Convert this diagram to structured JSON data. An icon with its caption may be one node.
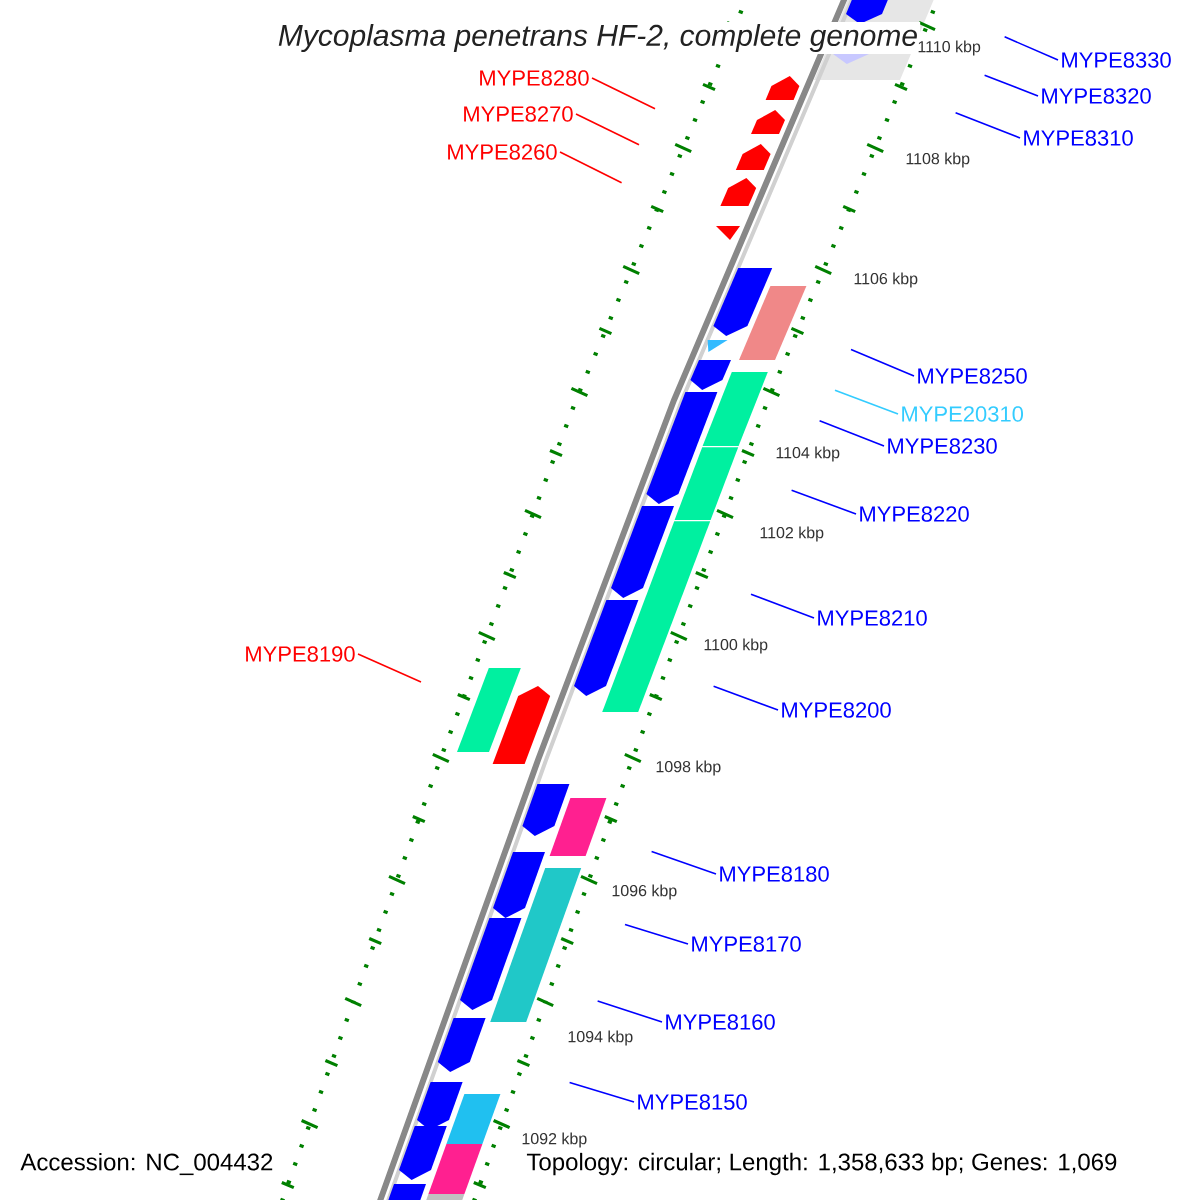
{
  "diagram": {
    "title": "Mycoplasma penetrans HF-2, complete genome",
    "nodes": [
      {
        "text": [
          "MYPE8330"
        ]
      },
      {
        "text": [
          "MYPE8320"
        ]
      },
      {
        "text": [
          "MYPE8310"
        ]
      },
      {
        "text": [
          "MYPE8280"
        ]
      },
      {
        "text": [
          "MYPE8270"
        ]
      },
      {
        "text": [
          "MYPE8260"
        ]
      },
      {
        "text": [
          "MYPE8250"
        ]
      },
      {
        "text": [
          "MYPE20310"
        ]
      },
      {
        "text": [
          "MYPE8230"
        ]
      },
      {
        "text": [
          "MYPE8220"
        ]
      },
      {
        "text": [
          "MYPE8210"
        ]
      },
      {
        "text": [
          "MYPE8190"
        ]
      },
      {
        "text": [
          "MYPE8200"
        ]
      },
      {
        "text": [
          "MYPE8180"
        ]
      },
      {
        "text": [
          "MYPE8170"
        ]
      },
      {
        "text": [
          "MYPE8160"
        ]
      },
      {
        "text": [
          "MYPE8150"
        ]
      }
    ],
    "edges": [
      {
        "from": 0,
        "to": null,
        "arrow": "none"
      },
      {
        "from": 1,
        "to": null,
        "arrow": "none"
      },
      {
        "from": 2,
        "to": null,
        "arrow": "none"
      },
      {
        "from": 3,
        "to": null,
        "arrow": "none",
        "color": "#ff0000"
      },
      {
        "from": 4,
        "to": null,
        "arrow": "none",
        "color": "#ff0000"
      },
      {
        "from": 5,
        "to": null,
        "arrow": "none",
        "color": "#ff0000"
      },
      {
        "from": 6,
        "to": null,
        "arrow": "none"
      },
      {
        "from": 7,
        "to": null,
        "arrow": "none",
        "color": "#33ccff"
      },
      {
        "from": 8,
        "to": null,
        "arrow": "none"
      },
      {
        "from": 9,
        "to": null,
        "arrow": "none"
      },
      {
        "from": 10,
        "to": null,
        "arrow": "none"
      },
      {
        "from": 11,
        "to": null,
        "arrow": "none",
        "color": "#ff0000"
      },
      {
        "from": 12,
        "to": null,
        "arrow": "none"
      },
      {
        "from": 13,
        "to": null,
        "arrow": "none"
      },
      {
        "from": 14,
        "to": null,
        "arrow": "none"
      },
      {
        "from": 15,
        "to": null,
        "arrow": "none"
      },
      {
        "from": 16,
        "to": null,
        "arrow": "none"
      }
    ],
    "labels": [
      "1110 kbp",
      "1108 kbp",
      "1106 kbp",
      "1104 kbp",
      "1102 kbp",
      "1100 kbp",
      "1098 kbp",
      "1096 kbp",
      "1094 kbp",
      "1092 kbp",
      "Accession: NC_004432",
      "Topology: circular; Length: 1,358,633 bp; Genes: 1,069"
    ]
  }
}
